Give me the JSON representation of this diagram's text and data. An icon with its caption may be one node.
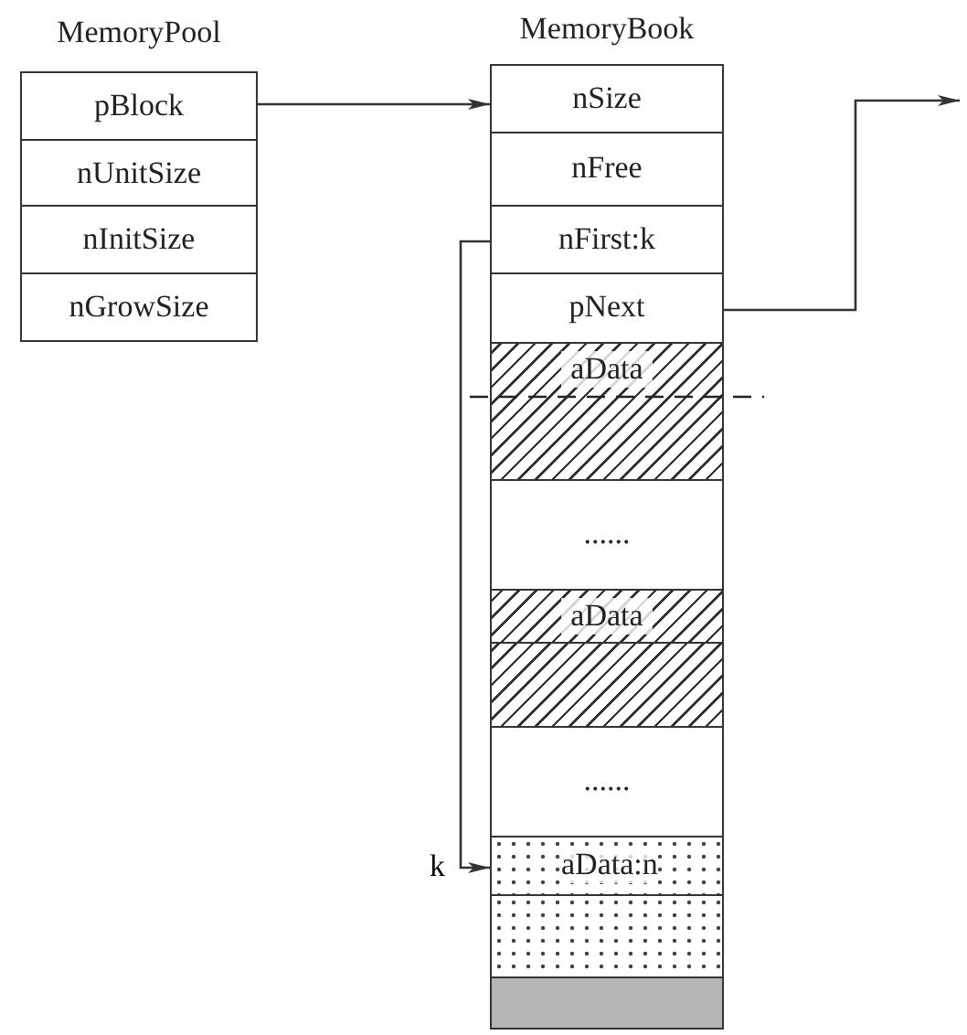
{
  "diagram": {
    "nodes": [
      {
        "text": [
          "MemoryPool"
        ]
      },
      {
        "text": [
          "pBlock"
        ],
        "in": 0
      },
      {
        "text": [
          "nUnitSize"
        ],
        "in": 0
      },
      {
        "text": [
          "nInitSize"
        ],
        "in": 0
      },
      {
        "text": [
          "nGrowSize"
        ],
        "in": 0
      },
      {
        "text": [
          "MemoryBook"
        ]
      },
      {
        "text": [
          "nSize"
        ],
        "in": 5
      },
      {
        "text": [
          "nFree"
        ],
        "in": 5
      },
      {
        "text": [
          "nFirst:k"
        ],
        "in": 5
      },
      {
        "text": [
          "pNext"
        ],
        "in": 5
      },
      {
        "text": [
          "aData"
        ],
        "in": 5
      },
      {
        "text": [
          "......"
        ],
        "in": 5
      },
      {
        "text": [
          "aData"
        ],
        "in": 5
      },
      {
        "text": [],
        "shape": "box",
        "in": 5
      },
      {
        "text": [
          "......"
        ],
        "in": 5
      },
      {
        "text": [
          "aData:n"
        ],
        "in": 5
      },
      {
        "text": [],
        "shape": "box",
        "in": 5
      },
      {
        "text": [],
        "shape": "box",
        "in": 5
      }
    ],
    "edges": [
      {
        "from": 1,
        "to": 6,
        "arrow": "to"
      },
      {
        "from": 8,
        "to": 15,
        "label": "k",
        "arrow": "to"
      },
      {
        "from": 9,
        "to": null,
        "arrow": "to"
      }
    ]
  }
}
